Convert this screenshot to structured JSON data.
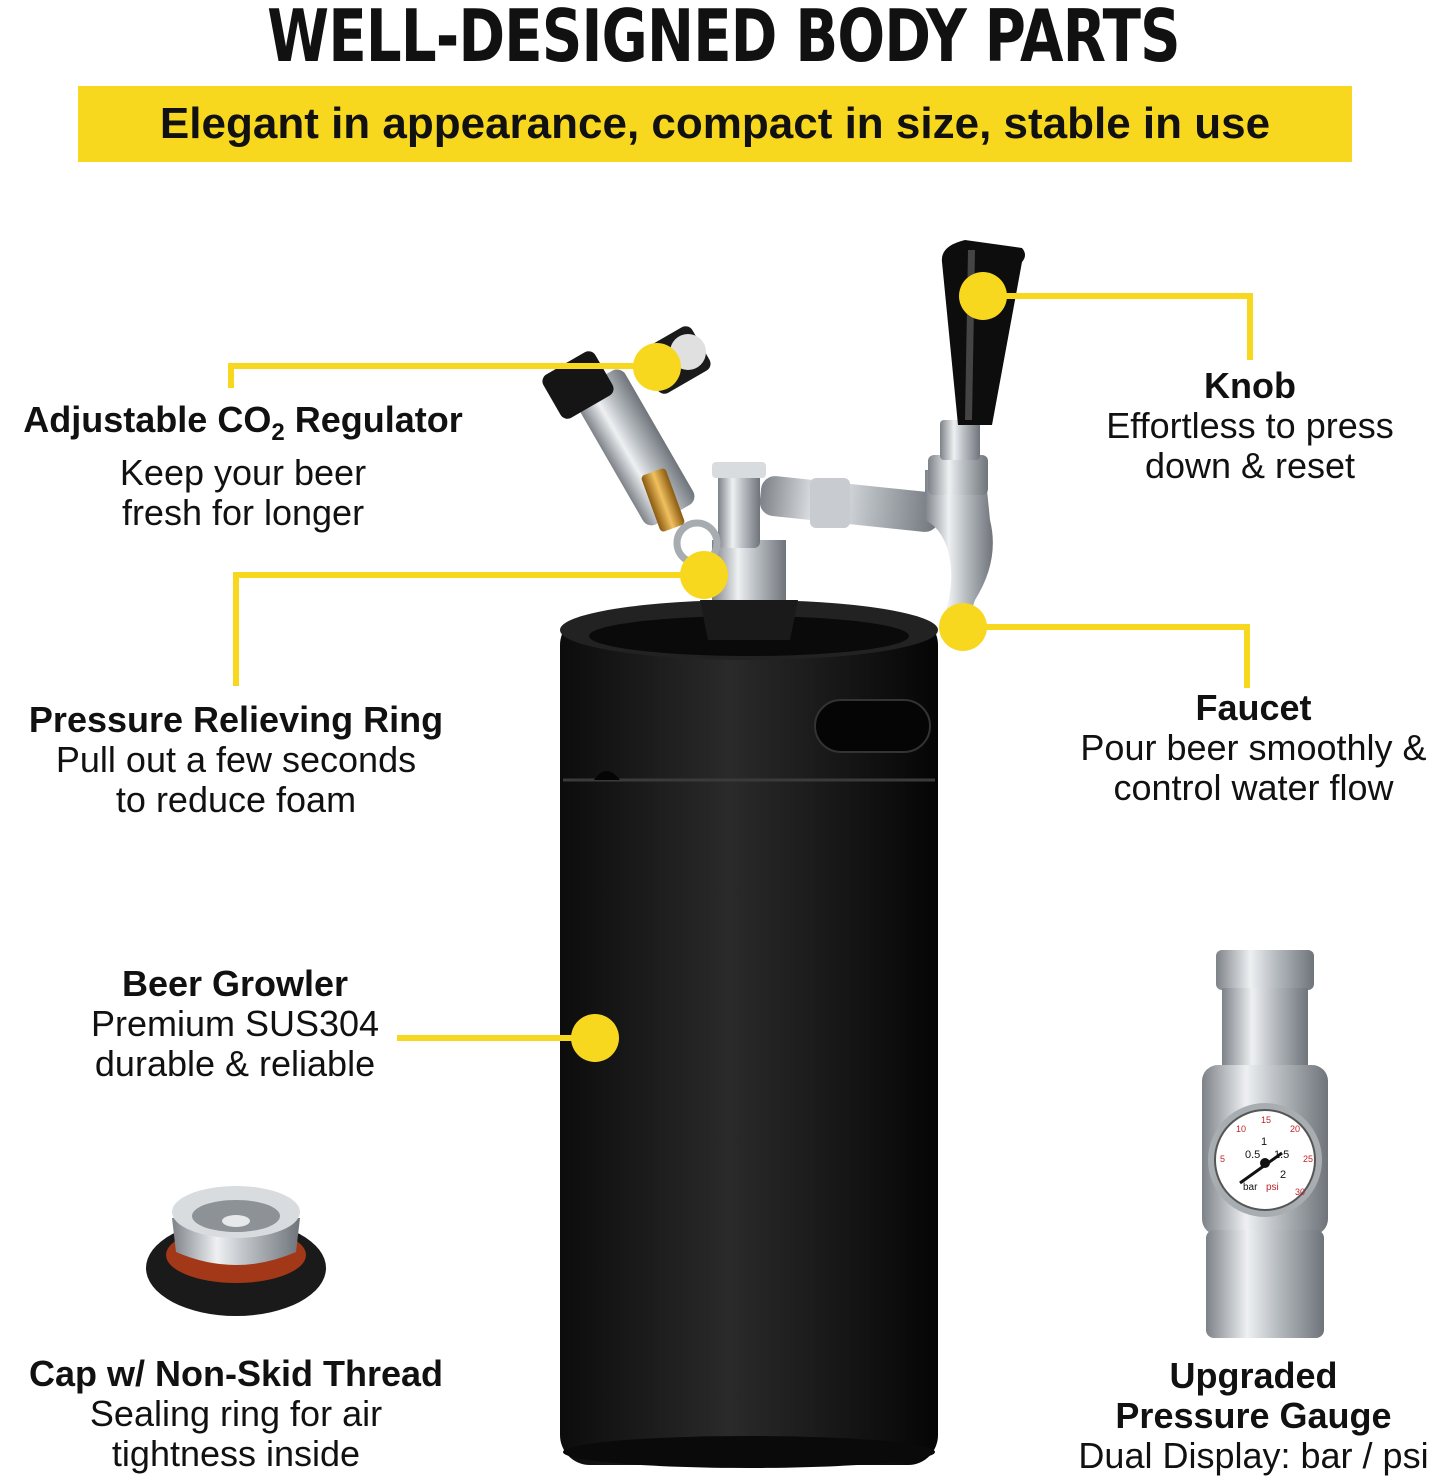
{
  "title": "WELL-DESIGNED BODY PARTS",
  "banner": "Elegant in appearance, compact in size, stable in use",
  "colors": {
    "accent": "#f8d81f",
    "keg": "#151515",
    "steel": "#c8ccd0"
  },
  "features": {
    "regulator": {
      "heading_pre": "Adjustable CO",
      "heading_sub": "2",
      "heading_post": " Regulator",
      "desc": "Keep your beer\nfresh for longer"
    },
    "knob": {
      "heading": "Knob",
      "desc": "Effortless to press\ndown & reset"
    },
    "ring": {
      "heading": "Pressure Relieving Ring",
      "desc": "Pull out a few seconds\nto reduce foam"
    },
    "faucet": {
      "heading": "Faucet",
      "desc": "Pour beer smoothly &\ncontrol water flow"
    },
    "growler": {
      "heading": "Beer Growler",
      "desc": "Premium SUS304\ndurable & reliable"
    },
    "cap": {
      "heading": "Cap w/ Non-Skid Thread",
      "desc": "Sealing ring for air\ntightness inside"
    },
    "gauge": {
      "heading": "Upgraded\nPressure Gauge",
      "desc": "Dual Display: bar / psi"
    }
  },
  "gauge_dial": {
    "bar_ticks": [
      "0.5",
      "1",
      "1.5",
      "2"
    ],
    "psi_ticks": [
      "5",
      "10",
      "15",
      "20",
      "25",
      "30"
    ],
    "unit_bar": "bar",
    "unit_psi": "psi"
  }
}
